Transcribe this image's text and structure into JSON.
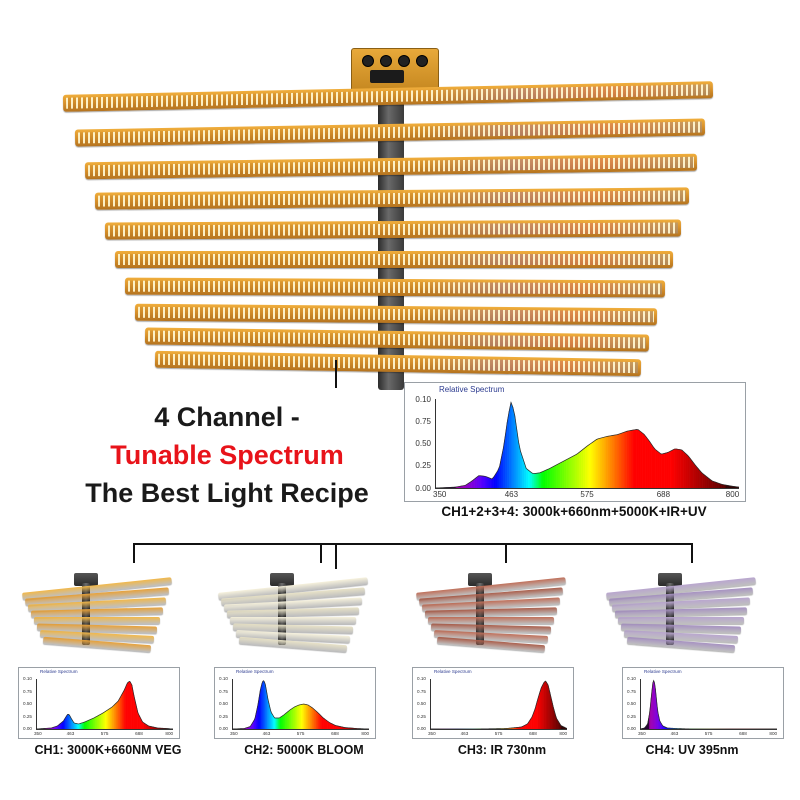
{
  "headline": {
    "line1": "4 Channel -",
    "line2": "Tunable Spectrum",
    "line3": "The Best Light Recipe",
    "accent_color": "#e8131a"
  },
  "main_fixture": {
    "name": "led-grow-light-bar-fixture",
    "bar_count": 10
  },
  "main_caption": "CH1+2+3+4:  3000k+660nm+5000K+IR+UV",
  "chart_data": [
    {
      "id": "main",
      "type": "line",
      "title": "Relative Spectrum",
      "xlabel": "",
      "ylabel": "",
      "xlim": [
        350,
        800
      ],
      "ylim": [
        0,
        1.0
      ],
      "xticks": [
        350,
        463,
        575,
        688,
        800
      ],
      "yticks": [
        "0.10",
        "0.75",
        "0.50",
        "0.25",
        "0.00"
      ],
      "ytick_values": [
        1.0,
        0.75,
        0.5,
        0.25,
        0.0
      ],
      "grid": false,
      "legend": "none",
      "x": [
        350,
        380,
        395,
        405,
        415,
        425,
        435,
        445,
        452,
        458,
        463,
        468,
        475,
        485,
        495,
        505,
        520,
        540,
        560,
        575,
        590,
        605,
        620,
        635,
        650,
        660,
        668,
        675,
        685,
        695,
        705,
        715,
        725,
        735,
        745,
        760,
        775,
        790,
        800
      ],
      "y": [
        0.0,
        0.01,
        0.03,
        0.08,
        0.14,
        0.13,
        0.1,
        0.22,
        0.48,
        0.8,
        0.98,
        0.82,
        0.45,
        0.22,
        0.16,
        0.17,
        0.22,
        0.3,
        0.38,
        0.47,
        0.55,
        0.58,
        0.6,
        0.64,
        0.66,
        0.6,
        0.52,
        0.44,
        0.38,
        0.4,
        0.44,
        0.43,
        0.36,
        0.26,
        0.17,
        0.08,
        0.04,
        0.02,
        0.01
      ]
    },
    {
      "id": "ch1",
      "type": "line",
      "title": "Relative Spectrum",
      "xlim": [
        350,
        800
      ],
      "ylim": [
        0,
        1.0
      ],
      "xticks": [
        350,
        463,
        575,
        688,
        800
      ],
      "yticks": [
        "0.10",
        "0.75",
        "0.50",
        "0.25",
        "0.00"
      ],
      "x": [
        350,
        400,
        420,
        440,
        450,
        455,
        460,
        465,
        475,
        490,
        510,
        540,
        570,
        600,
        620,
        640,
        650,
        658,
        665,
        672,
        685,
        700,
        720,
        750,
        780,
        800
      ],
      "y": [
        0.0,
        0.02,
        0.06,
        0.16,
        0.26,
        0.3,
        0.28,
        0.22,
        0.12,
        0.1,
        0.14,
        0.22,
        0.32,
        0.44,
        0.56,
        0.78,
        0.92,
        0.96,
        0.88,
        0.66,
        0.32,
        0.14,
        0.06,
        0.02,
        0.01,
        0.0
      ]
    },
    {
      "id": "ch2",
      "type": "line",
      "title": "Relative Spectrum",
      "xlim": [
        350,
        800
      ],
      "ylim": [
        0,
        1.0
      ],
      "xticks": [
        350,
        463,
        575,
        688,
        800
      ],
      "yticks": [
        "0.10",
        "0.75",
        "0.50",
        "0.25",
        "0.00"
      ],
      "x": [
        350,
        390,
        410,
        425,
        435,
        443,
        450,
        455,
        460,
        468,
        478,
        490,
        505,
        520,
        540,
        555,
        570,
        585,
        600,
        615,
        630,
        650,
        670,
        690,
        720,
        760,
        800
      ],
      "y": [
        0.0,
        0.01,
        0.05,
        0.2,
        0.48,
        0.78,
        0.95,
        0.97,
        0.88,
        0.6,
        0.34,
        0.22,
        0.22,
        0.28,
        0.38,
        0.44,
        0.48,
        0.5,
        0.48,
        0.42,
        0.34,
        0.22,
        0.13,
        0.07,
        0.03,
        0.01,
        0.0
      ]
    },
    {
      "id": "ch3",
      "type": "line",
      "title": "Relative Spectrum",
      "xlim": [
        350,
        800
      ],
      "ylim": [
        0,
        1.0
      ],
      "xticks": [
        350,
        463,
        575,
        688,
        800
      ],
      "yticks": [
        "0.10",
        "0.75",
        "0.50",
        "0.25",
        "0.00"
      ],
      "x": [
        350,
        500,
        600,
        650,
        670,
        685,
        695,
        705,
        715,
        725,
        730,
        738,
        745,
        755,
        765,
        780,
        800
      ],
      "y": [
        0.0,
        0.0,
        0.01,
        0.04,
        0.1,
        0.24,
        0.4,
        0.62,
        0.82,
        0.94,
        0.96,
        0.88,
        0.7,
        0.44,
        0.22,
        0.07,
        0.01
      ]
    },
    {
      "id": "ch4",
      "type": "line",
      "title": "Relative Spectrum",
      "xlim": [
        350,
        800
      ],
      "ylim": [
        0,
        1.0
      ],
      "xticks": [
        350,
        463,
        575,
        688,
        800
      ],
      "yticks": [
        "0.10",
        "0.75",
        "0.50",
        "0.25",
        "0.00"
      ],
      "x": [
        350,
        365,
        375,
        382,
        388,
        392,
        395,
        399,
        403,
        408,
        415,
        425,
        440,
        470,
        520,
        600,
        700,
        800
      ],
      "y": [
        0.0,
        0.02,
        0.1,
        0.34,
        0.7,
        0.92,
        0.97,
        0.9,
        0.66,
        0.36,
        0.16,
        0.06,
        0.02,
        0.01,
        0.0,
        0.0,
        0.0,
        0.0
      ]
    }
  ],
  "channels": [
    {
      "id": "ch1",
      "caption": "CH1: 3000K+660NM  VEG",
      "bar_colors": [
        "#f2b84a",
        "#e8a23a"
      ]
    },
    {
      "id": "ch2",
      "caption": "CH2: 5000K  BLOOM",
      "bar_colors": [
        "#f7f2dd",
        "#e9e3c8"
      ]
    },
    {
      "id": "ch3",
      "caption": "CH3: IR 730nm",
      "bar_colors": [
        "#c0705a",
        "#ab5f4c"
      ]
    },
    {
      "id": "ch4",
      "caption": "CH4: UV 395nm",
      "bar_colors": [
        "#b9a6cf",
        "#a792c2"
      ]
    }
  ]
}
